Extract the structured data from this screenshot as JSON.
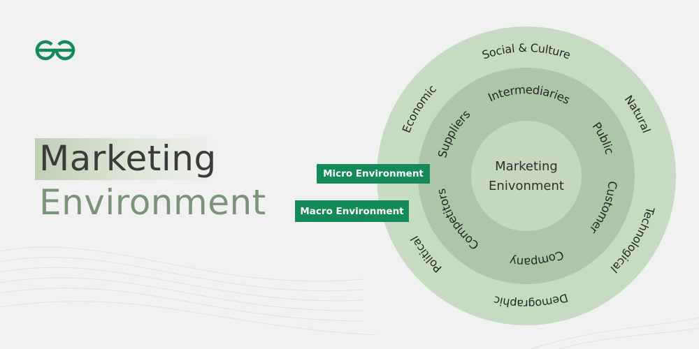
{
  "logo": {
    "text": "GfG",
    "color": "#148a59"
  },
  "title": {
    "line1": "Marketing",
    "line2": "Environment"
  },
  "badges": {
    "micro": "Micro Environment",
    "macro": "Macro Environment"
  },
  "diagram": {
    "center": {
      "line1": "Marketing",
      "line2": "Enivonment"
    },
    "micro_factors": [
      "Intermediaries",
      "Public",
      "Customer",
      "Company",
      "Competitors",
      "Suppliers"
    ],
    "macro_factors": [
      "Social & Culture",
      "Natural",
      "Technological",
      "Demographic",
      "Political",
      "Economic"
    ],
    "colors": {
      "outer": "#c6dbc1",
      "middle": "#aec6a8",
      "inner": "#c6d7bf",
      "badge": "#148a59"
    }
  }
}
